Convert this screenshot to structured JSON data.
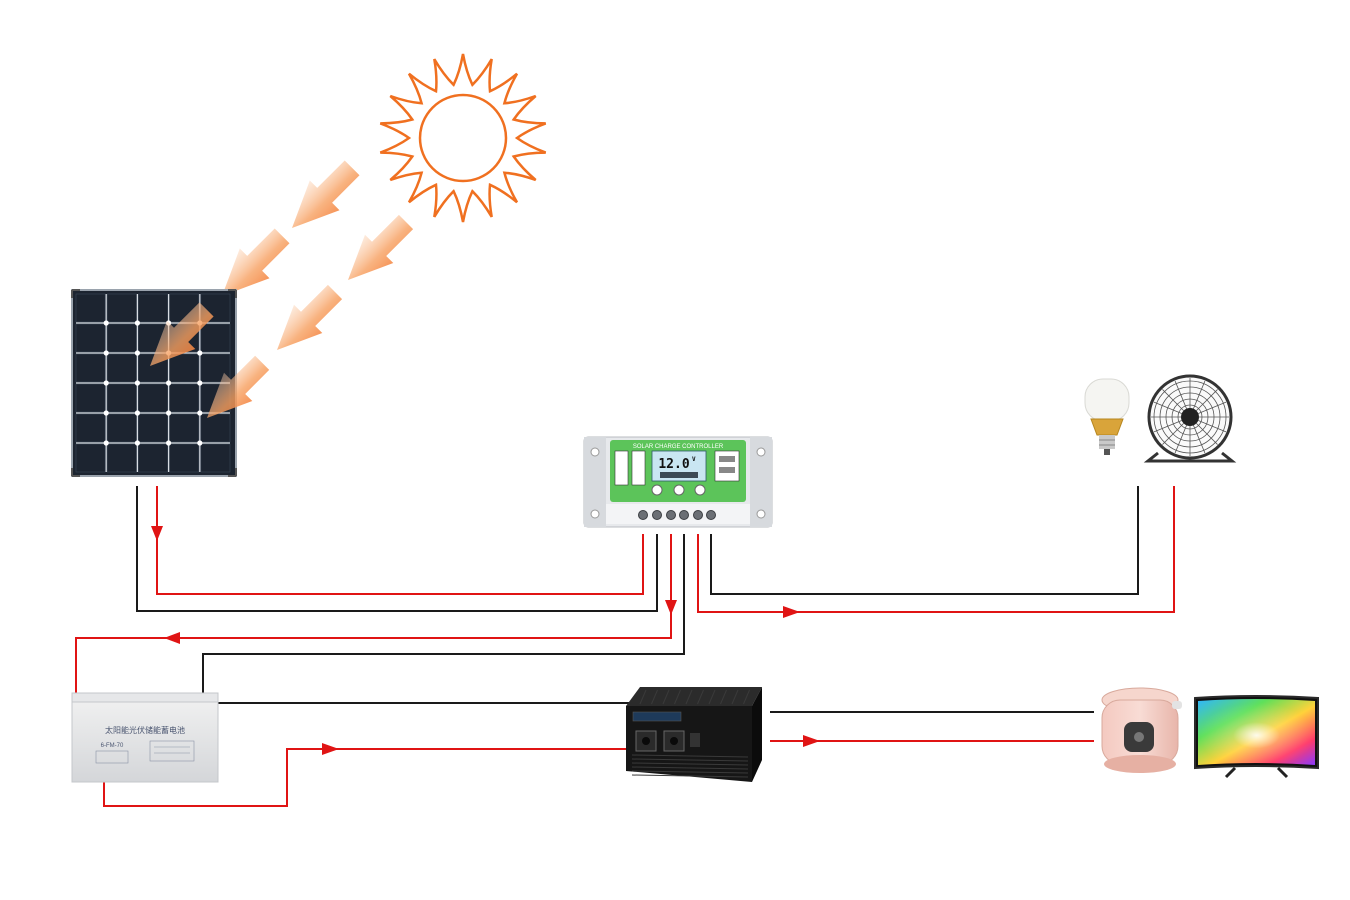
{
  "diagram": {
    "components": {
      "sun": {
        "icon": "sun-icon",
        "color": "#f07020"
      },
      "solar_panel": {
        "icon": "solar-panel-icon",
        "cell_color": "#1c2430"
      },
      "charge_controller": {
        "icon": "charge-controller-icon",
        "header_text": "SOLAR CHARGE CONTROLLER",
        "display_value": "12.0",
        "display_unit": "V",
        "accent_color": "#5cc45a"
      },
      "dc_loads": {
        "bulb": "led-bulb-icon",
        "fan": "desk-fan-icon"
      },
      "battery": {
        "icon": "battery-icon",
        "label_text": "太阳能光伏储能蓄电池",
        "model_text": "6-FM-70"
      },
      "inverter": {
        "icon": "inverter-icon"
      },
      "ac_loads": {
        "cooker": "rice-cooker-icon",
        "tv": "television-icon"
      }
    },
    "wire_colors": {
      "positive": "#e01414",
      "negative": "#1a1a1a"
    },
    "sunray_color": "#f26b1a"
  }
}
